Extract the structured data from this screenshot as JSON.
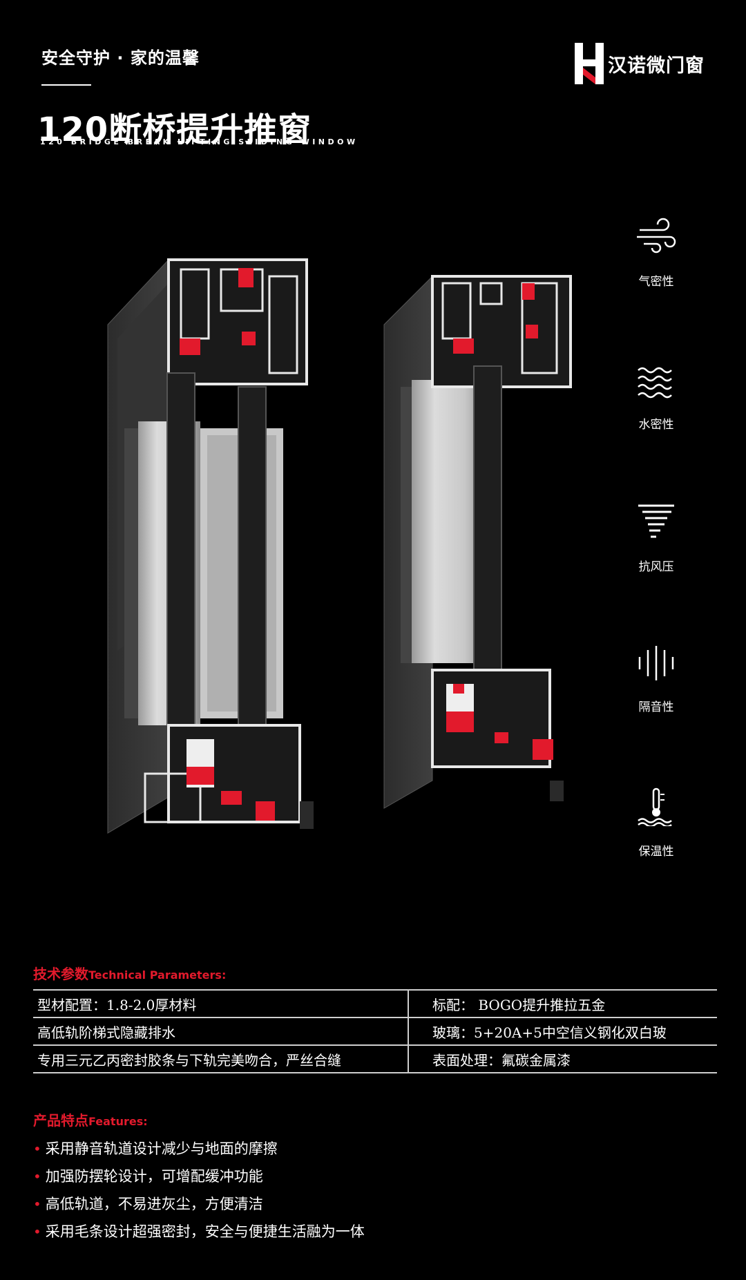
{
  "header": {
    "tagline": "安全守护 · 家的温馨",
    "logo_text": "汉诺微门窗",
    "title": "120断桥提升推窗",
    "subtitle": "120 BRIDGE BREAK LIFTING SLIDING WINDOW"
  },
  "features": [
    {
      "label": "气密性",
      "icon": "wind-icon"
    },
    {
      "label": "水密性",
      "icon": "waves-icon"
    },
    {
      "label": "抗风压",
      "icon": "tornado-icon"
    },
    {
      "label": "隔音性",
      "icon": "sound-wave-icon"
    },
    {
      "label": "保温性",
      "icon": "thermometer-icon"
    }
  ],
  "tech": {
    "heading_cn": "技术参数",
    "heading_en": "Technical Parameters:",
    "rows": [
      {
        "left": "型材配置：1.8-2.0厚材料",
        "right": "标配：   BOGO提升推拉五金"
      },
      {
        "left": "高低轨阶梯式隐藏排水",
        "right": "玻璃：5+20A+5中空信义钢化双白玻"
      },
      {
        "left": "专用三元乙丙密封胶条与下轨完美吻合，严丝合缝",
        "right": "表面处理：氟碳金属漆"
      }
    ]
  },
  "product": {
    "heading_cn": "产品特点",
    "heading_en": "Features:",
    "items": [
      "采用静音轨道设计减少与地面的摩擦",
      "加强防摆轮设计，可增配缓冲功能",
      "高低轨道，不易进灰尘，方便清洁",
      "采用毛条设计超强密封，安全与便捷生活融为一体"
    ]
  },
  "colors": {
    "accent": "#e21a2c",
    "frame": "#3a3a3a",
    "profile": "#e8e8e8"
  }
}
